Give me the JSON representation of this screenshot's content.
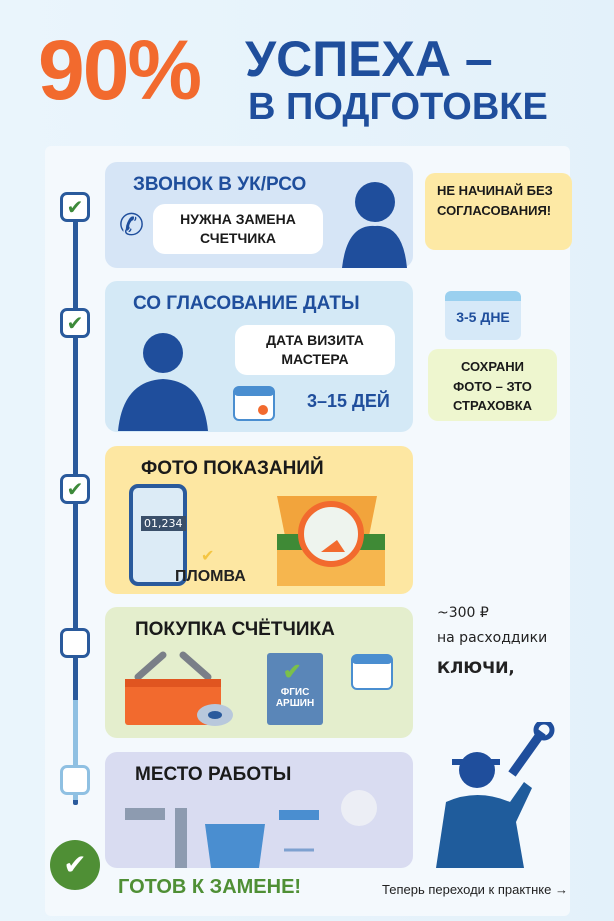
{
  "header": {
    "percent": "90%",
    "line1": "УСПЕХА –",
    "line2": "В ПОДГОТОВКЕ"
  },
  "steps": [
    {
      "title": "ЗВОНОК В УК/РСО",
      "bubble": "НУЖНА ЗАМЕНА СЧЕТЧИКА",
      "done": true
    },
    {
      "title": "СО   ГЛАСОВАНИЕ ДАТЫ",
      "bubble": "ДАТА ВИЗИТА МАСТЕРА",
      "days": "3–15 ДЕЙ",
      "done": true
    },
    {
      "title": "ФОТО ПОКАЗАНИЙ",
      "meter": "01,234",
      "seal": "ПЛОМВА",
      "done": true
    },
    {
      "title": "ПОКУПКА СЧЁТЧИКА",
      "doc": "ФГИС АРШИН",
      "done": false
    },
    {
      "title": "МЕСТО РАБОТЫ",
      "done": false
    }
  ],
  "notes": {
    "warning": "НЕ НАЧИНАЙ БЕЗ СОГЛАСОВАНИЯ!",
    "calendar": "3-5 ДНЕ",
    "photo": "СОХРАНИ ФОТО – ЗТО СТРАХОВКА",
    "price": "~300 ₽",
    "consumables": "на расходдики",
    "keys": "КЛЮЧИ,"
  },
  "footer": {
    "ready": "ГОТОВ К ЗАМЕНЕ!",
    "next": "Теперь переходи к практнке →"
  },
  "colors": {
    "orange": "#f26a2e",
    "blue": "#1f4e9c",
    "green": "#4f8f35"
  }
}
